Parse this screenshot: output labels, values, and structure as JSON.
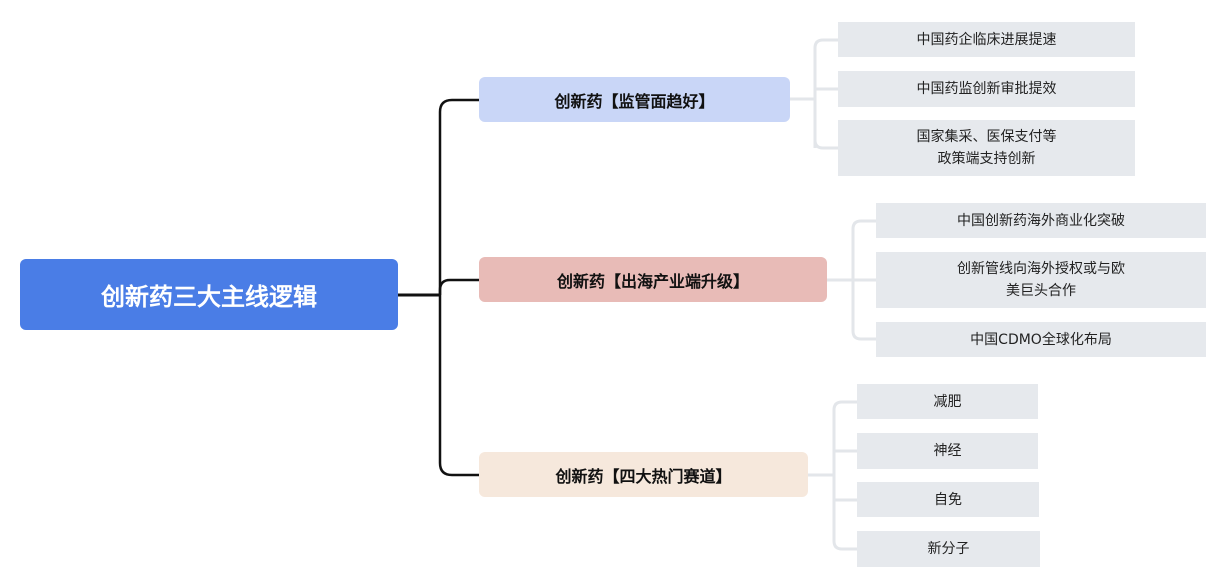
{
  "root": {
    "label": "创新药三大主线逻辑",
    "color": "#4a7de6"
  },
  "branches": [
    {
      "label": "创新药【监管面趋好】",
      "color": "#c9d6f7",
      "children": [
        "中国药企临床进展提速",
        "中国药监创新审批提效",
        "国家集采、医保支付等\n政策端支持创新"
      ]
    },
    {
      "label": "创新药【出海产业端升级】",
      "color": "#e8bbb7",
      "children": [
        "中国创新药海外商业化突破",
        "创新管线向海外授权或与欧\n美巨头合作",
        "中国CDMO全球化布局"
      ]
    },
    {
      "label": "创新药【四大热门赛道】",
      "color": "#f6e8dc",
      "children": [
        "减肥",
        "神经",
        "自免",
        "新分子"
      ]
    }
  ],
  "leaf_color": "#e6e9ed",
  "main_connector_color": "#111111",
  "leaf_connector_color": "#e3e6ea"
}
